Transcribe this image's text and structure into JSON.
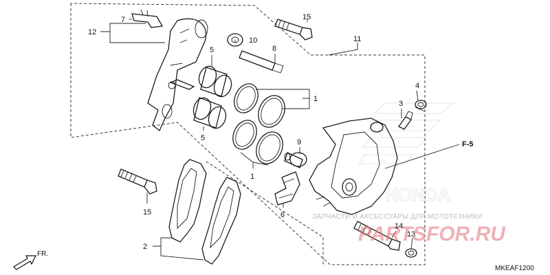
{
  "diagram": {
    "callouts": [
      {
        "id": "c1a",
        "label": "1"
      },
      {
        "id": "c1b",
        "label": "1"
      },
      {
        "id": "c2",
        "label": "2"
      },
      {
        "id": "c3",
        "label": "3"
      },
      {
        "id": "c4",
        "label": "4"
      },
      {
        "id": "c5a",
        "label": "5"
      },
      {
        "id": "c5b",
        "label": "5"
      },
      {
        "id": "c6",
        "label": "6"
      },
      {
        "id": "c7",
        "label": "7"
      },
      {
        "id": "c8",
        "label": "8"
      },
      {
        "id": "c9",
        "label": "9"
      },
      {
        "id": "c10",
        "label": "10"
      },
      {
        "id": "c11",
        "label": "11"
      },
      {
        "id": "c12",
        "label": "12"
      },
      {
        "id": "c13",
        "label": "13"
      },
      {
        "id": "c14",
        "label": "14"
      },
      {
        "id": "c15a",
        "label": "15"
      },
      {
        "id": "c15b",
        "label": "15"
      }
    ],
    "reference": "F-5",
    "direction_label": "FR.",
    "diagram_code": "MKEAF1200"
  },
  "watermark": {
    "caption": "ЗАПЧАСТИ И АКСЕССУАРЫ ДЛЯ МОТОТЕХНИКИ",
    "site": "PARTSFOR.RU",
    "logo_text": "HONDA"
  }
}
